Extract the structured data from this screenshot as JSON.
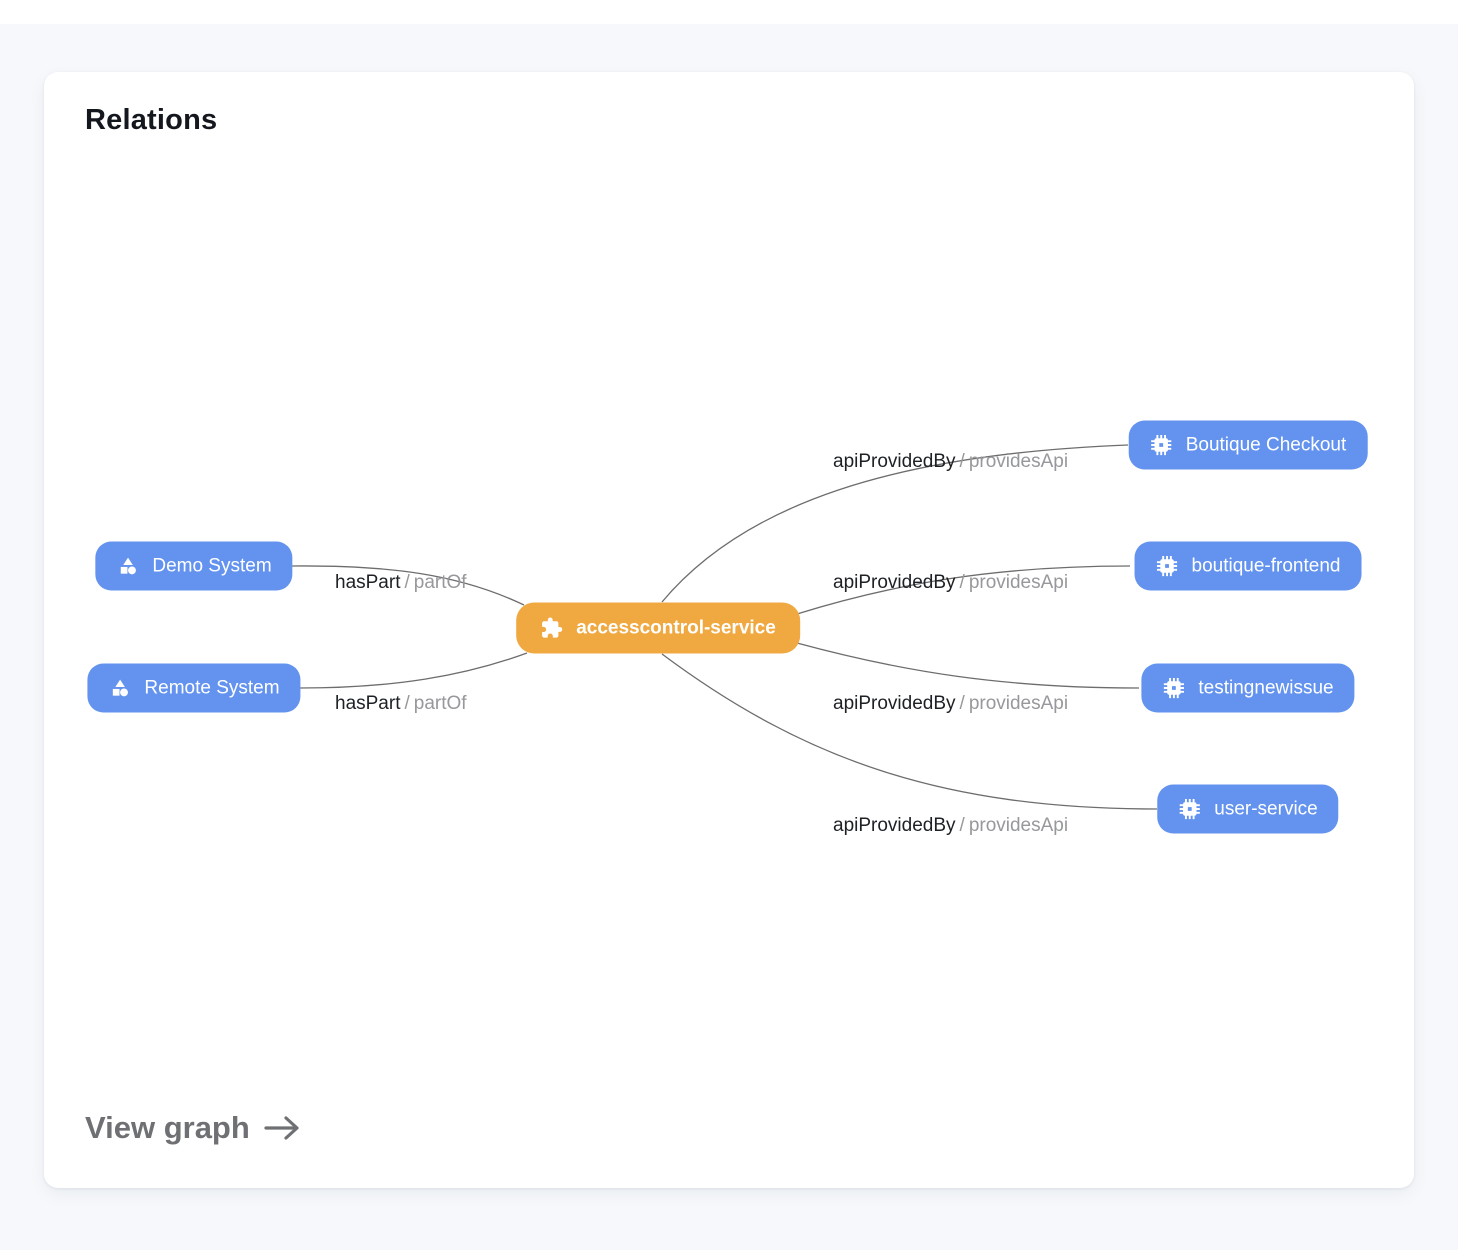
{
  "page": {
    "title": "Relations",
    "view_graph_label": "View graph"
  },
  "colors": {
    "node_blue": "#6393ee",
    "node_orange": "#f0a840",
    "edge_line": "#6d6d6d",
    "relation_primary_text": "#1d2025",
    "relation_secondary_text": "#96989c",
    "card_background": "#ffffff",
    "page_background": "#f6f8fb"
  },
  "graph": {
    "center_node": {
      "label": "accesscontrol-service",
      "icon": "puzzle-icon"
    },
    "left_nodes": [
      {
        "label": "Demo System",
        "icon": "system-shapes-icon",
        "relation": {
          "primary": "hasPart",
          "separator": "/",
          "secondary": "partOf"
        }
      },
      {
        "label": "Remote System",
        "icon": "system-shapes-icon",
        "relation": {
          "primary": "hasPart",
          "separator": "/",
          "secondary": "partOf"
        }
      }
    ],
    "right_nodes": [
      {
        "label": "Boutique Checkout",
        "icon": "chip-icon",
        "relation": {
          "primary": "apiProvidedBy",
          "separator": "/",
          "secondary": "providesApi"
        }
      },
      {
        "label": "boutique-frontend",
        "icon": "chip-icon",
        "relation": {
          "primary": "apiProvidedBy",
          "separator": "/",
          "secondary": "providesApi"
        }
      },
      {
        "label": "testingnewissue",
        "icon": "chip-icon",
        "relation": {
          "primary": "apiProvidedBy",
          "separator": "/",
          "secondary": "providesApi"
        }
      },
      {
        "label": "user-service",
        "icon": "chip-icon",
        "relation": {
          "primary": "apiProvidedBy",
          "separator": "/",
          "secondary": "providesApi"
        }
      }
    ]
  }
}
